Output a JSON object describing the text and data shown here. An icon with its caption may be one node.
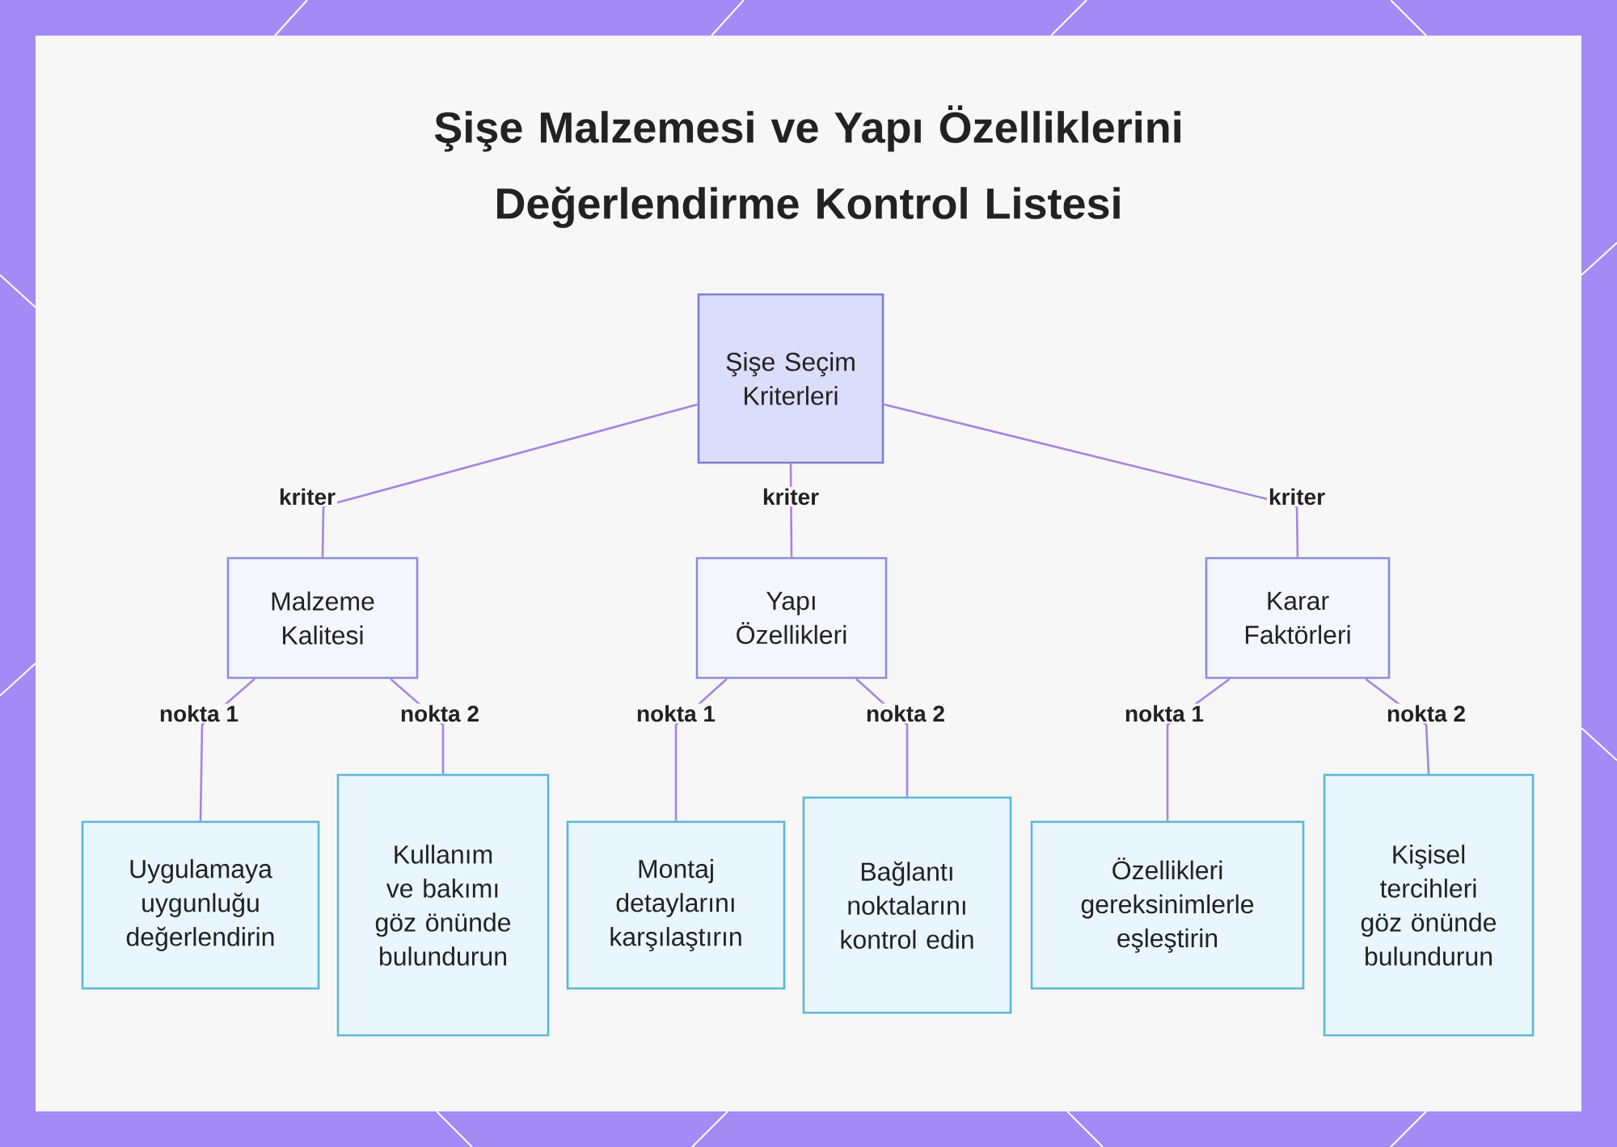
{
  "diagram": {
    "title": "Şişe Malzemesi ve Yapı Özelliklerini Değerlendirme Kontrol Listesi",
    "nodes": [
      {
        "text": [
          "Şişe Seçim Kriterleri"
        ]
      },
      {
        "text": [
          "Malzeme Kalitesi"
        ]
      },
      {
        "text": [
          "Yapı Özellikleri"
        ]
      },
      {
        "text": [
          "Karar Faktörleri"
        ]
      },
      {
        "text": [
          "Uygulamaya uygunluğu değerlendirin"
        ]
      },
      {
        "text": [
          "Kullanım ve bakımı göz önünde bulundurun"
        ]
      },
      {
        "text": [
          "Montaj detaylarını karşılaştırın"
        ]
      },
      {
        "text": [
          "Bağlantı noktalarını kontrol edin"
        ]
      },
      {
        "text": [
          "Özellikleri gereksinimlerle eşleştirin"
        ]
      },
      {
        "text": [
          "Kişisel tercihleri göz önünde bulundurun"
        ]
      }
    ],
    "edges": [
      {
        "from": 0,
        "to": 1,
        "arrow": "none",
        "label": "kriter"
      },
      {
        "from": 0,
        "to": 2,
        "arrow": "none",
        "label": "kriter"
      },
      {
        "from": 0,
        "to": 3,
        "arrow": "none",
        "label": "kriter"
      },
      {
        "from": 1,
        "to": 4,
        "arrow": "none",
        "label": "nokta 1"
      },
      {
        "from": 1,
        "to": 5,
        "arrow": "none",
        "label": "nokta 2"
      },
      {
        "from": 2,
        "to": 6,
        "arrow": "none",
        "label": "nokta 1"
      },
      {
        "from": 2,
        "to": 7,
        "arrow": "none",
        "label": "nokta 2"
      },
      {
        "from": 3,
        "to": 8,
        "arrow": "none",
        "label": "nokta 1"
      },
      {
        "from": 3,
        "to": 9,
        "arrow": "none",
        "label": "nokta 2"
      }
    ]
  }
}
